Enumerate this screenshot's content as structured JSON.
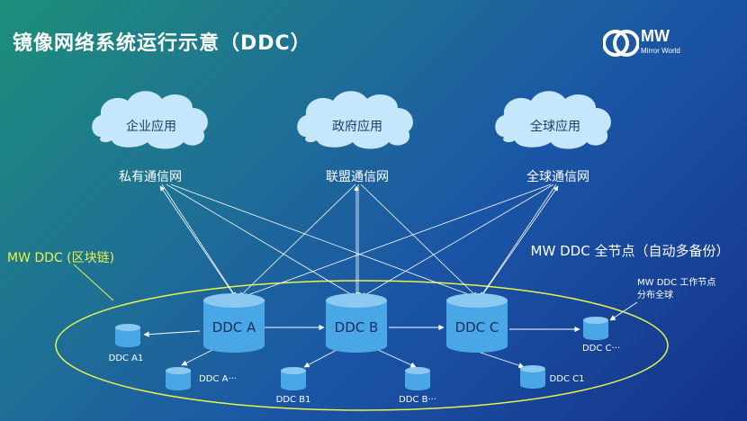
{
  "title": "镜像网络系统运行示意（DDC）",
  "logo": {
    "mark": "mw-logo-icon",
    "text": "MW",
    "sub": "Mirror World"
  },
  "clouds": [
    {
      "label": "企业应用",
      "network": "私有通信网"
    },
    {
      "label": "政府应用",
      "network": "联盟通信网"
    },
    {
      "label": "全球应用",
      "network": "全球通信网"
    }
  ],
  "chain_label": "MW DDC (区块链)",
  "full_node_label": "MW DDC 全节点（自动多备份）",
  "note_lines": [
    "MW DDC 工作节点",
    "分布全球"
  ],
  "main_nodes": [
    "DDC A",
    "DDC B",
    "DDC C"
  ],
  "small_nodes": [
    "DDC A1",
    "DDC A···",
    "DDC B1",
    "DDC B···",
    "DDC C1",
    "DDC C···"
  ],
  "colors": {
    "cloud": "#c6e6fb",
    "db": "#4aa7e6",
    "db_top": "#8cc9f2",
    "ellipse": "#e9f34a"
  }
}
